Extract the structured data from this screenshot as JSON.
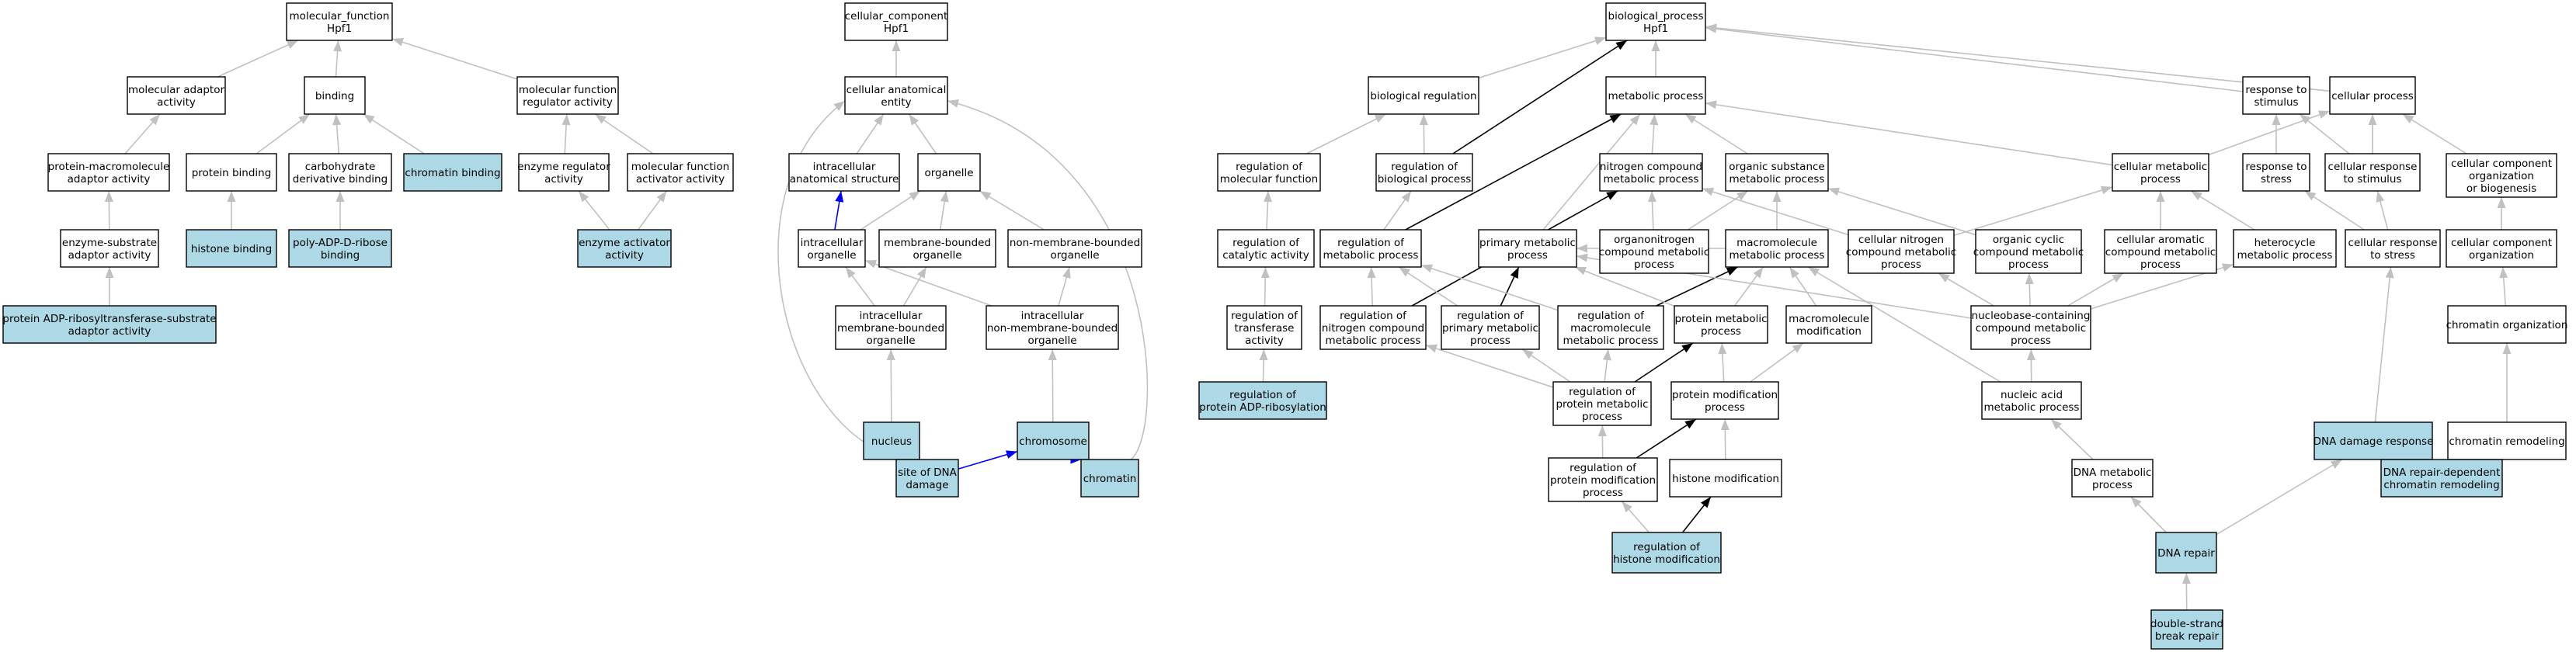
{
  "colors": {
    "highlight_fill": "#add8e6",
    "plain_fill": "#ffffff",
    "node_border": "#000000",
    "edge_grey": "#c0c0c0",
    "edge_black": "#000000",
    "edge_blue": "#0000ff"
  },
  "nodes": {
    "mf_root": {
      "lines": [
        "molecular_function",
        "Hpf1"
      ],
      "highlight": false
    },
    "mol_adaptor": {
      "lines": [
        "molecular adaptor",
        "activity"
      ],
      "highlight": false
    },
    "binding": {
      "lines": [
        "binding"
      ],
      "highlight": false
    },
    "mf_regulator": {
      "lines": [
        "molecular function",
        "regulator activity"
      ],
      "highlight": false
    },
    "prot_macro_adaptor": {
      "lines": [
        "protein-macromolecule",
        "adaptor activity"
      ],
      "highlight": false
    },
    "protein_binding": {
      "lines": [
        "protein binding"
      ],
      "highlight": false
    },
    "carb_deriv_binding": {
      "lines": [
        "carbohydrate",
        "derivative binding"
      ],
      "highlight": false
    },
    "chromatin_binding": {
      "lines": [
        "chromatin binding"
      ],
      "highlight": true
    },
    "enzyme_regulator": {
      "lines": [
        "enzyme regulator",
        "activity"
      ],
      "highlight": false
    },
    "mf_activator": {
      "lines": [
        "molecular function",
        "activator activity"
      ],
      "highlight": false
    },
    "enzyme_substrate_adaptor": {
      "lines": [
        "enzyme-substrate",
        "adaptor activity"
      ],
      "highlight": false
    },
    "histone_binding": {
      "lines": [
        "histone binding"
      ],
      "highlight": true
    },
    "poly_adp_binding": {
      "lines": [
        "poly-ADP-D-ribose",
        "binding"
      ],
      "highlight": true
    },
    "enzyme_activator": {
      "lines": [
        "enzyme activator",
        "activity"
      ],
      "highlight": true
    },
    "adp_ribosyltransferase_adaptor": {
      "lines": [
        "protein ADP-ribosyltransferase-substrate",
        "adaptor activity"
      ],
      "highlight": true
    },
    "cc_root": {
      "lines": [
        "cellular_component",
        "Hpf1"
      ],
      "highlight": false
    },
    "cell_anat_entity": {
      "lines": [
        "cellular anatomical",
        "entity"
      ],
      "highlight": false
    },
    "intracell_anat_struct": {
      "lines": [
        "intracellular",
        "anatomical structure"
      ],
      "highlight": false
    },
    "organelle": {
      "lines": [
        "organelle"
      ],
      "highlight": false
    },
    "intracell_organelle": {
      "lines": [
        "intracellular",
        "organelle"
      ],
      "highlight": false
    },
    "membrane_bounded_org": {
      "lines": [
        "membrane-bounded",
        "organelle"
      ],
      "highlight": false
    },
    "non_membrane_bounded_org": {
      "lines": [
        "non-membrane-bounded",
        "organelle"
      ],
      "highlight": false
    },
    "intracell_membrane_bounded_org": {
      "lines": [
        "intracellular",
        "membrane-bounded",
        "organelle"
      ],
      "highlight": false
    },
    "intracell_non_membrane_bounded_org": {
      "lines": [
        "intracellular",
        "non-membrane-bounded",
        "organelle"
      ],
      "highlight": false
    },
    "nucleus": {
      "lines": [
        "nucleus"
      ],
      "highlight": true
    },
    "chromosome": {
      "lines": [
        "chromosome"
      ],
      "highlight": true
    },
    "site_of_dna_damage": {
      "lines": [
        "site of DNA",
        "damage"
      ],
      "highlight": true
    },
    "chromatin": {
      "lines": [
        "chromatin"
      ],
      "highlight": true
    },
    "bp_root": {
      "lines": [
        "biological_process",
        "Hpf1"
      ],
      "highlight": false
    },
    "bio_regulation": {
      "lines": [
        "biological regulation"
      ],
      "highlight": false
    },
    "metabolic_process": {
      "lines": [
        "metabolic process"
      ],
      "highlight": false
    },
    "response_to_stimulus": {
      "lines": [
        "response to",
        "stimulus"
      ],
      "highlight": false
    },
    "cellular_process": {
      "lines": [
        "cellular process"
      ],
      "highlight": false
    },
    "reg_mol_function": {
      "lines": [
        "regulation of",
        "molecular function"
      ],
      "highlight": false
    },
    "reg_bio_process": {
      "lines": [
        "regulation of",
        "biological process"
      ],
      "highlight": false
    },
    "nitrogen_compound_met": {
      "lines": [
        "nitrogen compound",
        "metabolic process"
      ],
      "highlight": false
    },
    "organic_substance_met": {
      "lines": [
        "organic substance",
        "metabolic process"
      ],
      "highlight": false
    },
    "cellular_metabolic_process": {
      "lines": [
        "cellular metabolic",
        "process"
      ],
      "highlight": false
    },
    "response_to_stress": {
      "lines": [
        "response to",
        "stress"
      ],
      "highlight": false
    },
    "cellular_response_to_stimulus": {
      "lines": [
        "cellular response",
        "to stimulus"
      ],
      "highlight": false
    },
    "cellular_component_org_biogenesis": {
      "lines": [
        "cellular component",
        "organization",
        "or biogenesis"
      ],
      "highlight": false
    },
    "reg_catalytic_activity": {
      "lines": [
        "regulation of",
        "catalytic activity"
      ],
      "highlight": false
    },
    "reg_metabolic_process": {
      "lines": [
        "regulation of",
        "metabolic process"
      ],
      "highlight": false
    },
    "primary_metabolic_process": {
      "lines": [
        "primary metabolic",
        "process"
      ],
      "highlight": false
    },
    "organonitrogen_met": {
      "lines": [
        "organonitrogen",
        "compound metabolic",
        "process"
      ],
      "highlight": false
    },
    "macromolecule_met": {
      "lines": [
        "macromolecule",
        "metabolic process"
      ],
      "highlight": false
    },
    "cellular_nitrogen_met": {
      "lines": [
        "cellular nitrogen",
        "compound metabolic",
        "process"
      ],
      "highlight": false
    },
    "organic_cyclic_met": {
      "lines": [
        "organic cyclic",
        "compound metabolic",
        "process"
      ],
      "highlight": false
    },
    "cellular_aromatic_met": {
      "lines": [
        "cellular aromatic",
        "compound metabolic",
        "process"
      ],
      "highlight": false
    },
    "heterocycle_met": {
      "lines": [
        "heterocycle",
        "metabolic process"
      ],
      "highlight": false
    },
    "cellular_response_to_stress": {
      "lines": [
        "cellular response",
        "to stress"
      ],
      "highlight": false
    },
    "cellular_component_org": {
      "lines": [
        "cellular component",
        "organization"
      ],
      "highlight": false
    },
    "reg_transferase_activity": {
      "lines": [
        "regulation of",
        "transferase",
        "activity"
      ],
      "highlight": false
    },
    "reg_nitrogen_compound_met": {
      "lines": [
        "regulation of",
        "nitrogen compound",
        "metabolic process"
      ],
      "highlight": false
    },
    "reg_primary_met": {
      "lines": [
        "regulation of",
        "primary metabolic",
        "process"
      ],
      "highlight": false
    },
    "reg_macromolecule_met": {
      "lines": [
        "regulation of",
        "macromolecule",
        "metabolic process"
      ],
      "highlight": false
    },
    "protein_metabolic_process": {
      "lines": [
        "protein metabolic",
        "process"
      ],
      "highlight": false
    },
    "macromolecule_modification": {
      "lines": [
        "macromolecule",
        "modification"
      ],
      "highlight": false
    },
    "nucleobase_met": {
      "lines": [
        "nucleobase-containing",
        "compound metabolic",
        "process"
      ],
      "highlight": false
    },
    "chromatin_organization": {
      "lines": [
        "chromatin organization"
      ],
      "highlight": false
    },
    "reg_protein_adp_ribosylation": {
      "lines": [
        "regulation of",
        "protein ADP-ribosylation"
      ],
      "highlight": true
    },
    "reg_protein_met": {
      "lines": [
        "regulation of",
        "protein metabolic",
        "process"
      ],
      "highlight": false
    },
    "protein_modification_process": {
      "lines": [
        "protein modification",
        "process"
      ],
      "highlight": false
    },
    "nucleic_acid_met": {
      "lines": [
        "nucleic acid",
        "metabolic process"
      ],
      "highlight": false
    },
    "dna_damage_response": {
      "lines": [
        "DNA damage response"
      ],
      "highlight": true
    },
    "chromatin_remodeling": {
      "lines": [
        "chromatin remodeling"
      ],
      "highlight": false
    },
    "reg_protein_modification_process": {
      "lines": [
        "regulation of",
        "protein modification",
        "process"
      ],
      "highlight": false
    },
    "histone_modification": {
      "lines": [
        "histone modification"
      ],
      "highlight": false
    },
    "dna_metabolic_process": {
      "lines": [
        "DNA metabolic",
        "process"
      ],
      "highlight": false
    },
    "dna_repair_dependent_chromatin_remodeling": {
      "lines": [
        "DNA repair-dependent",
        "chromatin remodeling"
      ],
      "highlight": true
    },
    "reg_histone_modification": {
      "lines": [
        "regulation of",
        "histone modification"
      ],
      "highlight": true
    },
    "dna_repair": {
      "lines": [
        "DNA repair"
      ],
      "highlight": true
    },
    "double_strand_break_repair": {
      "lines": [
        "double-strand",
        "break repair"
      ],
      "highlight": true
    }
  },
  "edges": [
    [
      "mol_adaptor",
      "mf_root",
      "grey"
    ],
    [
      "binding",
      "mf_root",
      "grey"
    ],
    [
      "mf_regulator",
      "mf_root",
      "grey"
    ],
    [
      "prot_macro_adaptor",
      "mol_adaptor",
      "grey"
    ],
    [
      "protein_binding",
      "binding",
      "grey"
    ],
    [
      "carb_deriv_binding",
      "binding",
      "grey"
    ],
    [
      "chromatin_binding",
      "binding",
      "grey"
    ],
    [
      "enzyme_regulator",
      "mf_regulator",
      "grey"
    ],
    [
      "mf_activator",
      "mf_regulator",
      "grey"
    ],
    [
      "enzyme_substrate_adaptor",
      "prot_macro_adaptor",
      "grey"
    ],
    [
      "histone_binding",
      "protein_binding",
      "grey"
    ],
    [
      "poly_adp_binding",
      "carb_deriv_binding",
      "grey"
    ],
    [
      "enzyme_activator",
      "enzyme_regulator",
      "grey"
    ],
    [
      "enzyme_activator",
      "mf_activator",
      "grey"
    ],
    [
      "adp_ribosyltransferase_adaptor",
      "enzyme_substrate_adaptor",
      "grey"
    ],
    [
      "cell_anat_entity",
      "cc_root",
      "grey"
    ],
    [
      "intracell_anat_struct",
      "cell_anat_entity",
      "grey"
    ],
    [
      "organelle",
      "cell_anat_entity",
      "grey"
    ],
    [
      "intracell_organelle",
      "intracell_anat_struct",
      "blue"
    ],
    [
      "intracell_organelle",
      "organelle",
      "grey"
    ],
    [
      "membrane_bounded_org",
      "organelle",
      "grey"
    ],
    [
      "non_membrane_bounded_org",
      "organelle",
      "grey"
    ],
    [
      "intracell_membrane_bounded_org",
      "intracell_organelle",
      "grey"
    ],
    [
      "intracell_membrane_bounded_org",
      "membrane_bounded_org",
      "grey"
    ],
    [
      "intracell_non_membrane_bounded_org",
      "intracell_organelle",
      "grey"
    ],
    [
      "intracell_non_membrane_bounded_org",
      "non_membrane_bounded_org",
      "grey"
    ],
    [
      "nucleus",
      "intracell_membrane_bounded_org",
      "grey"
    ],
    [
      "chromosome",
      "intracell_non_membrane_bounded_org",
      "grey"
    ],
    [
      "site_of_dna_damage",
      "chromosome",
      "blue"
    ],
    [
      "chromatin",
      "chromosome",
      "blue"
    ],
    [
      "site_of_dna_damage",
      "cell_anat_entity",
      "grey",
      "curve-left"
    ],
    [
      "chromatin",
      "cell_anat_entity",
      "grey",
      "curve-right"
    ],
    [
      "bio_regulation",
      "bp_root",
      "grey"
    ],
    [
      "metabolic_process",
      "bp_root",
      "grey"
    ],
    [
      "response_to_stimulus",
      "bp_root",
      "grey"
    ],
    [
      "cellular_process",
      "bp_root",
      "grey"
    ],
    [
      "reg_mol_function",
      "bio_regulation",
      "grey"
    ],
    [
      "reg_bio_process",
      "bio_regulation",
      "grey"
    ],
    [
      "reg_bio_process",
      "bp_root",
      "black"
    ],
    [
      "nitrogen_compound_met",
      "metabolic_process",
      "grey"
    ],
    [
      "organic_substance_met",
      "metabolic_process",
      "grey"
    ],
    [
      "cellular_metabolic_process",
      "metabolic_process",
      "grey"
    ],
    [
      "cellular_metabolic_process",
      "cellular_process",
      "grey"
    ],
    [
      "response_to_stress",
      "response_to_stimulus",
      "grey"
    ],
    [
      "cellular_response_to_stimulus",
      "response_to_stimulus",
      "grey"
    ],
    [
      "cellular_response_to_stimulus",
      "cellular_process",
      "grey"
    ],
    [
      "cellular_component_org_biogenesis",
      "cellular_process",
      "grey"
    ],
    [
      "reg_catalytic_activity",
      "reg_mol_function",
      "grey"
    ],
    [
      "reg_metabolic_process",
      "reg_bio_process",
      "grey"
    ],
    [
      "reg_metabolic_process",
      "metabolic_process",
      "black"
    ],
    [
      "primary_metabolic_process",
      "metabolic_process",
      "grey"
    ],
    [
      "organonitrogen_met",
      "nitrogen_compound_met",
      "grey"
    ],
    [
      "organonitrogen_met",
      "organic_substance_met",
      "grey"
    ],
    [
      "macromolecule_met",
      "organic_substance_met",
      "grey"
    ],
    [
      "macromolecule_met",
      "primary_metabolic_process",
      "grey"
    ],
    [
      "cellular_nitrogen_met",
      "nitrogen_compound_met",
      "grey"
    ],
    [
      "cellular_nitrogen_met",
      "cellular_metabolic_process",
      "grey"
    ],
    [
      "organic_cyclic_met",
      "organic_substance_met",
      "grey"
    ],
    [
      "cellular_aromatic_met",
      "cellular_metabolic_process",
      "grey"
    ],
    [
      "heterocycle_met",
      "cellular_metabolic_process",
      "grey"
    ],
    [
      "cellular_response_to_stress",
      "response_to_stress",
      "grey"
    ],
    [
      "cellular_response_to_stress",
      "cellular_response_to_stimulus",
      "grey"
    ],
    [
      "cellular_component_org",
      "cellular_component_org_biogenesis",
      "grey"
    ],
    [
      "reg_transferase_activity",
      "reg_catalytic_activity",
      "grey"
    ],
    [
      "reg_nitrogen_compound_met",
      "reg_metabolic_process",
      "grey"
    ],
    [
      "reg_nitrogen_compound_met",
      "nitrogen_compound_met",
      "black"
    ],
    [
      "reg_primary_met",
      "reg_metabolic_process",
      "grey"
    ],
    [
      "reg_primary_met",
      "primary_metabolic_process",
      "black"
    ],
    [
      "reg_macromolecule_met",
      "reg_metabolic_process",
      "grey"
    ],
    [
      "reg_macromolecule_met",
      "macromolecule_met",
      "black"
    ],
    [
      "protein_metabolic_process",
      "macromolecule_met",
      "grey"
    ],
    [
      "protein_metabolic_process",
      "primary_metabolic_process",
      "grey"
    ],
    [
      "macromolecule_modification",
      "macromolecule_met",
      "grey"
    ],
    [
      "nucleobase_met",
      "cellular_nitrogen_met",
      "grey"
    ],
    [
      "nucleobase_met",
      "organic_cyclic_met",
      "grey"
    ],
    [
      "nucleobase_met",
      "cellular_aromatic_met",
      "grey"
    ],
    [
      "nucleobase_met",
      "heterocycle_met",
      "grey"
    ],
    [
      "nucleobase_met",
      "primary_metabolic_process",
      "grey"
    ],
    [
      "chromatin_organization",
      "cellular_component_org",
      "grey"
    ],
    [
      "reg_protein_adp_ribosylation",
      "reg_transferase_activity",
      "grey"
    ],
    [
      "reg_protein_met",
      "reg_nitrogen_compound_met",
      "grey"
    ],
    [
      "reg_protein_met",
      "reg_primary_met",
      "grey"
    ],
    [
      "reg_protein_met",
      "reg_macromolecule_met",
      "grey"
    ],
    [
      "reg_protein_met",
      "protein_metabolic_process",
      "black"
    ],
    [
      "protein_modification_process",
      "protein_metabolic_process",
      "grey"
    ],
    [
      "protein_modification_process",
      "macromolecule_modification",
      "grey"
    ],
    [
      "nucleic_acid_met",
      "nucleobase_met",
      "grey"
    ],
    [
      "nucleic_acid_met",
      "macromolecule_met",
      "grey"
    ],
    [
      "dna_damage_response",
      "cellular_response_to_stress",
      "grey"
    ],
    [
      "chromatin_remodeling",
      "chromatin_organization",
      "grey"
    ],
    [
      "reg_protein_modification_process",
      "reg_protein_met",
      "grey"
    ],
    [
      "reg_protein_modification_process",
      "protein_modification_process",
      "black"
    ],
    [
      "histone_modification",
      "protein_modification_process",
      "grey"
    ],
    [
      "dna_metabolic_process",
      "nucleic_acid_met",
      "grey"
    ],
    [
      "dna_repair_dependent_chromatin_remodeling",
      "chromatin_remodeling",
      "grey"
    ],
    [
      "dna_repair_dependent_chromatin_remodeling",
      "dna_damage_response",
      "blue"
    ],
    [
      "reg_histone_modification",
      "reg_protein_modification_process",
      "grey"
    ],
    [
      "reg_histone_modification",
      "histone_modification",
      "black"
    ],
    [
      "dna_repair",
      "dna_metabolic_process",
      "grey"
    ],
    [
      "dna_repair",
      "dna_damage_response",
      "grey"
    ],
    [
      "double_strand_break_repair",
      "dna_repair",
      "grey"
    ]
  ]
}
